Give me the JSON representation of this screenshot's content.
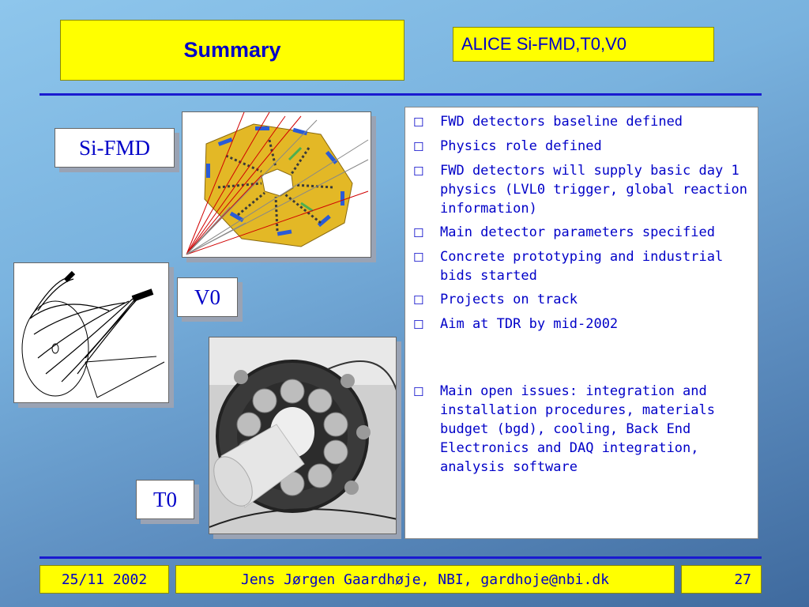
{
  "header": {
    "title": "Summary",
    "tag": "ALICE Si-FMD,T0,V0"
  },
  "labels": {
    "sifmd": "Si-FMD",
    "v0": "V0",
    "t0": "T0"
  },
  "bullets": [
    "FWD detectors baseline defined",
    "Physics role defined",
    "FWD detectors will supply basic day 1 physics (LVL0 trigger, global reaction information)",
    "Main detector parameters specified",
    "Concrete prototyping and industrial bids started",
    "Projects on track",
    "Aim at TDR by mid-2002",
    "Main open issues: integration and installation procedures, materials budget (bgd), cooling, Back End Electronics and DAQ integration, analysis software"
  ],
  "bullet_marker": "☐",
  "footer": {
    "date": "25/11 2002",
    "author": "Jens Jørgen Gaardhøje, NBI, gardhoje@nbi.dk",
    "page": "27"
  },
  "colors": {
    "accent_yellow": "#ffff00",
    "text_blue": "#0000c8",
    "rule_blue": "#1a1ad0"
  }
}
